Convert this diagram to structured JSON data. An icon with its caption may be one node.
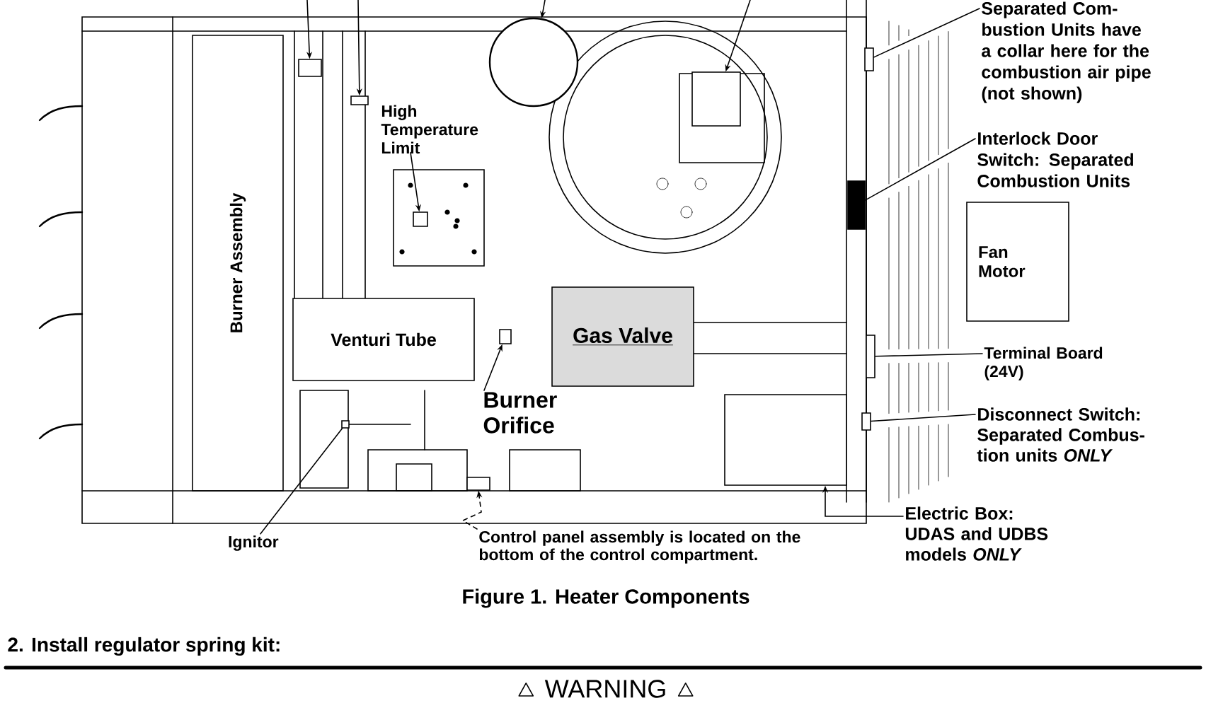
{
  "diagram": {
    "caption": "Figure 1. Heater Components",
    "nodes": [
      {
        "text": [
          "Burner Assembly"
        ]
      },
      {
        "text": [
          "Venturi Tube"
        ]
      },
      {
        "text": [
          "Gas Valve"
        ]
      },
      {
        "text": [
          "Fan Motor"
        ]
      },
      {
        "text": [
          "High Temperature Limit"
        ]
      },
      {
        "text": [],
        "shape": "box"
      },
      {
        "text": [
          "Burner Orifice"
        ]
      },
      {
        "text": [],
        "shape": "box"
      },
      {
        "text": [
          "Ignitor"
        ]
      },
      {
        "text": [],
        "shape": "box"
      },
      {
        "text": [
          "Control panel assembly is located on the bottom of the control compartment."
        ]
      },
      {
        "text": [],
        "shape": "box"
      },
      {
        "text": [
          "Electric Box: UDAS and UDBS models *ONLY*"
        ]
      },
      {
        "text": [],
        "shape": "box"
      },
      {
        "text": [
          "Disconnect Switch: Separated Combus- tion units *ONLY*"
        ]
      },
      {
        "text": [],
        "shape": "box"
      },
      {
        "text": [
          "Terminal Board (24V)"
        ]
      },
      {
        "text": [],
        "shape": "box"
      },
      {
        "text": [
          "Interlock Door Switch: Separated Combustion Units"
        ]
      },
      {
        "text": [],
        "shape": "box"
      },
      {
        "text": [
          "Separated Com- bustion Units have a collar here for the combustion air pipe (not shown)"
        ]
      },
      {
        "text": [],
        "shape": "box"
      },
      {
        "text": [],
        "shape": "box"
      },
      {
        "text": [],
        "shape": "box"
      },
      {
        "text": [],
        "shape": "circle"
      },
      {
        "text": [],
        "shape": "box"
      }
    ],
    "edges": [
      {
        "from": 4,
        "to": 5,
        "arrow": "to"
      },
      {
        "from": 6,
        "to": 7,
        "arrow": "to"
      },
      {
        "from": 8,
        "to": 9,
        "arrow": "none"
      },
      {
        "from": 10,
        "to": 11,
        "arrow": "to",
        "style": "dashed"
      },
      {
        "from": 12,
        "to": 13,
        "arrow": "to"
      },
      {
        "from": 14,
        "to": 15,
        "arrow": "none"
      },
      {
        "from": 16,
        "to": 17,
        "arrow": "none"
      },
      {
        "from": 18,
        "to": 19,
        "arrow": "none"
      },
      {
        "from": 20,
        "to": 21,
        "arrow": "none"
      },
      {
        "from": null,
        "to": 22,
        "arrow": "to"
      },
      {
        "from": null,
        "to": 23,
        "arrow": "to"
      },
      {
        "from": null,
        "to": 24,
        "arrow": "to"
      },
      {
        "from": null,
        "to": 25,
        "arrow": "to"
      }
    ],
    "labels": [
      "2. Install regulator spring kit:",
      "WARNING"
    ]
  }
}
